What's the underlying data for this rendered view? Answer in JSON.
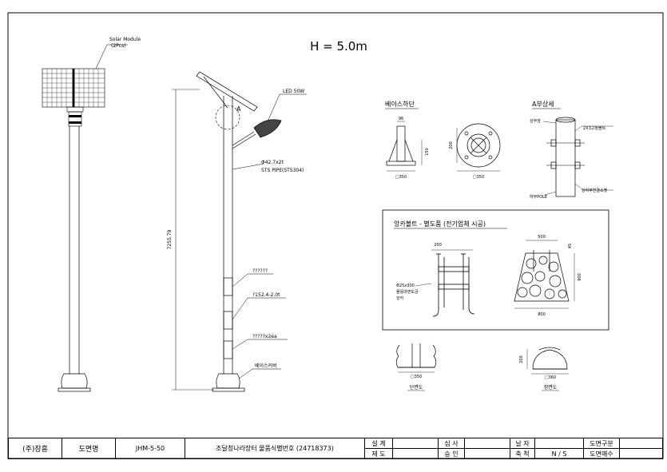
{
  "drawing": {
    "height_title": "H = 5.0m",
    "main_view": {
      "solar_module_label": "Solar Module",
      "solar_module_qty": "(2Pcs)",
      "led_label": "LED 50W",
      "detail_marker": "A",
      "pipe_size": "Φ42.7x2t",
      "pipe_material": "STS PIPE(STS304)",
      "total_height": "7255.79",
      "label_part_a": "??????",
      "label_pole_dim": "?152.4-2.0t",
      "label_part_b": "?????x2ea",
      "base_cover": "베이스커버"
    },
    "base_section": {
      "title": "베이스하단",
      "dim_top": "96",
      "dim_height": "150",
      "dim_width": "□350",
      "plan_dim_side": "200",
      "plan_dim_bottom": "□350"
    },
    "detail_a": {
      "title": "A부상세",
      "upper_label": "상부암",
      "bolt_label": "2X3고정볼트",
      "lower_label": "하부POLE",
      "clamp_label": "상하부연결소켓"
    },
    "anchor": {
      "title": "앙카볼트 - 별도품 (전기업체 시공)",
      "dim_200": "200",
      "spec_line1": "Φ25x300",
      "spec_line2": "몰뚱마면도금",
      "spec_line3": "앙카",
      "foundation_top": "500",
      "foundation_side_small": "45",
      "foundation_height": "900",
      "foundation_bottom": "800"
    },
    "sections": {
      "left_width": "□350",
      "left_caption": "단면도",
      "right_width": "□360",
      "right_height": "200",
      "right_caption": "정면도"
    }
  },
  "title_block": {
    "company": "(주)장흥",
    "drawing_name_label": "도면명",
    "drawing_code": "JHM-5-50",
    "description": "조달청나라장터 물품식별번호 (24718373)",
    "design_label": "설 계",
    "drafting_label": "제 도",
    "review_label": "심 사",
    "approval_label": "승 인",
    "date_label": "날 자",
    "scale_label": "축 척",
    "scale_value": "N / S",
    "category_label": "도면구분",
    "sheets_label": "도면매수"
  }
}
